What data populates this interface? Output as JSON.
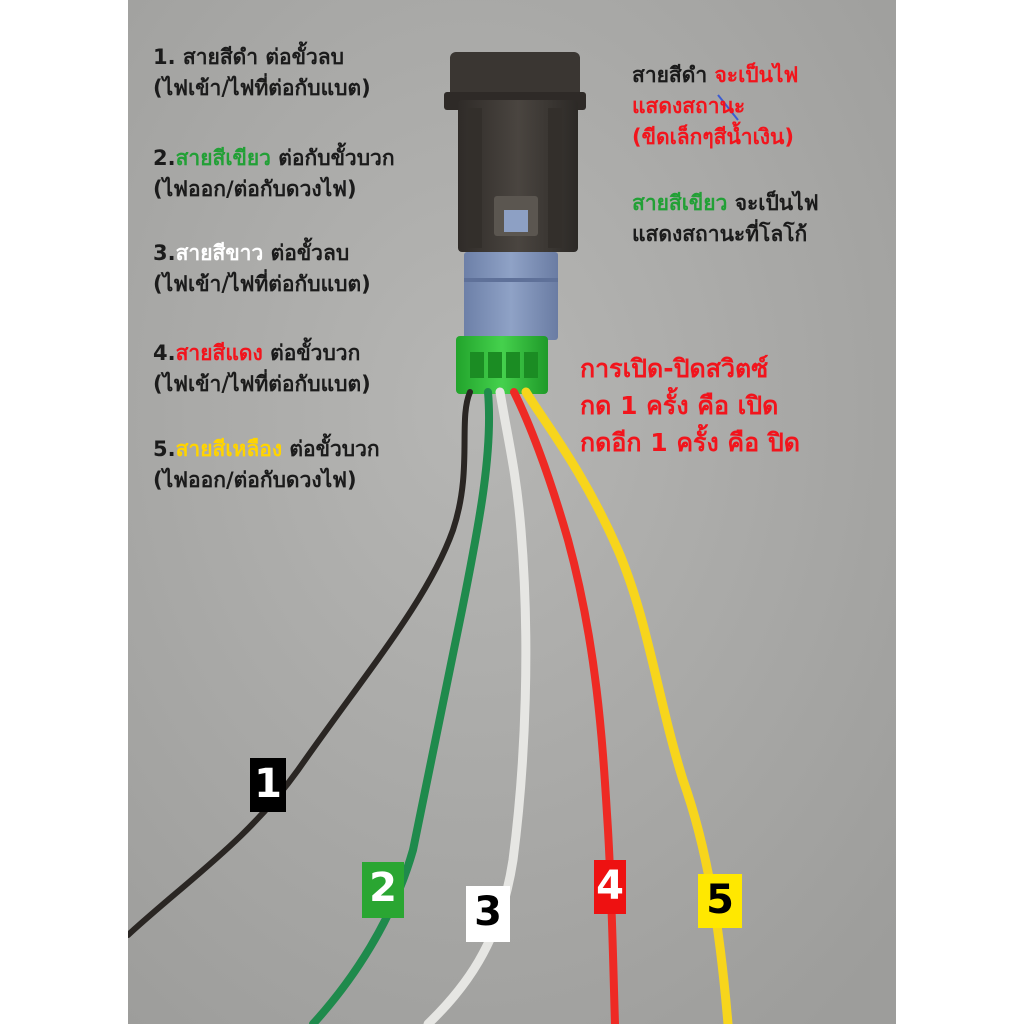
{
  "photo": {
    "colors": {
      "background": "#a9a9a7",
      "wire_black": "#2a2623",
      "wire_green": "#1f8a4c",
      "wire_white": "#f4f4f2",
      "wire_red": "#ee2a24",
      "wire_yellow": "#f7d51c",
      "connector_green": "#2fbf3a",
      "connector_blue": "#7d90b4",
      "switch_body": "#3e3a36"
    }
  },
  "legend": [
    {
      "num": "1.",
      "name": "สายสีดำ",
      "rest": "ต่อขั้วลบ",
      "note": "(ไฟเข้า/ไฟที่ต่อกับแบต)",
      "color": "#1b1b1b"
    },
    {
      "num": "2.",
      "name": "สายสีเขียว",
      "rest": "ต่อกับขั้วบวก",
      "note": "(ไฟออก/ต่อกับดวงไฟ)",
      "color": "#22a036"
    },
    {
      "num": "3.",
      "name": "สายสีขาว",
      "rest": "ต่อขั้วลบ",
      "note": "(ไฟเข้า/ไฟที่ต่อกับแบต)",
      "color": "#ffffff"
    },
    {
      "num": "4.",
      "name": "สายสีแดง",
      "rest": "ต่อขั้วบวก",
      "note": "(ไฟเข้า/ไฟที่ต่อกับแบต)",
      "color": "#f2141c"
    },
    {
      "num": "5.",
      "name": "สายสีเหลือง",
      "rest": "ต่อขั้วบวก",
      "note": "(ไฟออก/ต่อกับดวงไฟ)",
      "color": "#ffd400"
    }
  ],
  "notes": {
    "black_wire": {
      "name": "สายสีดำ",
      "rest": "จะเป็นไฟ",
      "line2": "แสดงสถานะ",
      "line3": "(ขีดเล็กๆสีน้ำเงิน)"
    },
    "green_wire": {
      "name": "สายสีเขียว",
      "rest": "จะเป็นไฟ",
      "line2": "แสดงสถานะที่โลโก้"
    },
    "switch_operation": {
      "line1": "การเปิด-ปิดสวิตซ์",
      "line2": "กด 1 ครั้ง คือ เปิด",
      "line3": "กดอีก 1 ครั้ง คือ ปิด"
    }
  },
  "wire_tags": [
    {
      "label": "1",
      "bg": "#000000",
      "fg": "#ffffff"
    },
    {
      "label": "2",
      "bg": "#2aa632",
      "fg": "#ffffff"
    },
    {
      "label": "3",
      "bg": "#ffffff",
      "fg": "#000000"
    },
    {
      "label": "4",
      "bg": "#ee1111",
      "fg": "#ffffff"
    },
    {
      "label": "5",
      "bg": "#ffe800",
      "fg": "#000000"
    }
  ]
}
